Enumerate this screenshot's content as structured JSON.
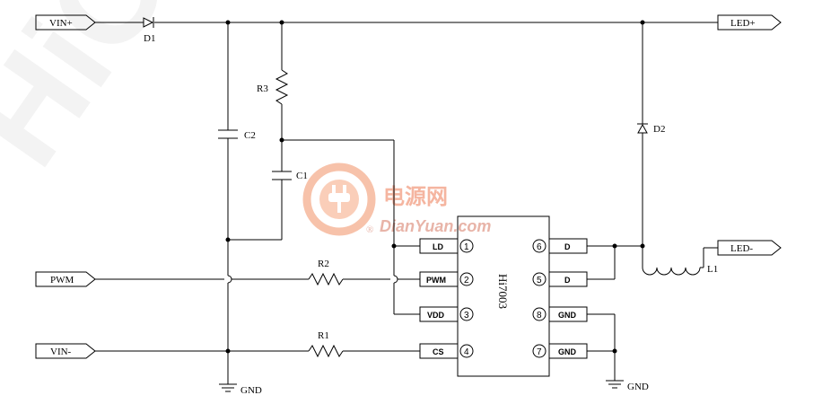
{
  "ports": {
    "vin_plus": "VIN+",
    "vin_minus": "VIN-",
    "pwm": "PWM",
    "led_plus": "LED+",
    "led_minus": "LED-"
  },
  "components": {
    "d1": "D1",
    "d2": "D2",
    "c1": "C1",
    "c2": "C2",
    "r1": "R1",
    "r2": "R2",
    "r3": "R3",
    "l1": "L1"
  },
  "ground": {
    "left": "GND",
    "right": "GND"
  },
  "ic": {
    "name": "Hi7003",
    "pins": [
      {
        "num": "1",
        "label": "LD"
      },
      {
        "num": "2",
        "label": "PWM"
      },
      {
        "num": "3",
        "label": "VDD"
      },
      {
        "num": "4",
        "label": "CS"
      },
      {
        "num": "5",
        "label": "D"
      },
      {
        "num": "6",
        "label": "D"
      },
      {
        "num": "7",
        "label": "GND"
      },
      {
        "num": "8",
        "label": "GND"
      }
    ]
  },
  "watermark": {
    "cn": "电源网",
    "en": "DianYuan.com",
    "reg": "®",
    "big": "HiC"
  },
  "colors": {
    "wire": "#000000",
    "watermark_orange": "#f08a5d"
  }
}
